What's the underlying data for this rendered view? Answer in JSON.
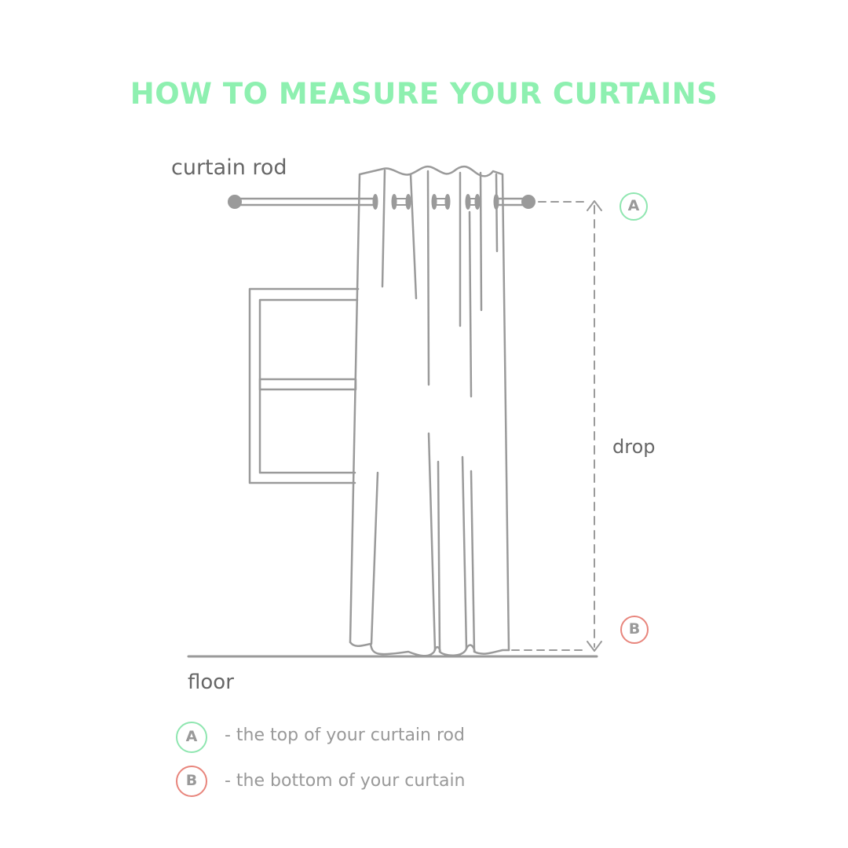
{
  "title": "HOW TO MEASURE YOUR CURTAINS",
  "labels": {
    "rod": "curtain rod",
    "drop": "drop",
    "floor": "floor"
  },
  "markers": {
    "a": "A",
    "b": "B"
  },
  "legend": [
    {
      "marker": "A",
      "text": "- the top of your curtain rod"
    },
    {
      "marker": "B",
      "text": "- the bottom of your curtain"
    }
  ],
  "colors": {
    "title": "#8ef0b0",
    "a": "#8fe6b0",
    "b": "#e8857c",
    "line": "#9a9a9a"
  }
}
